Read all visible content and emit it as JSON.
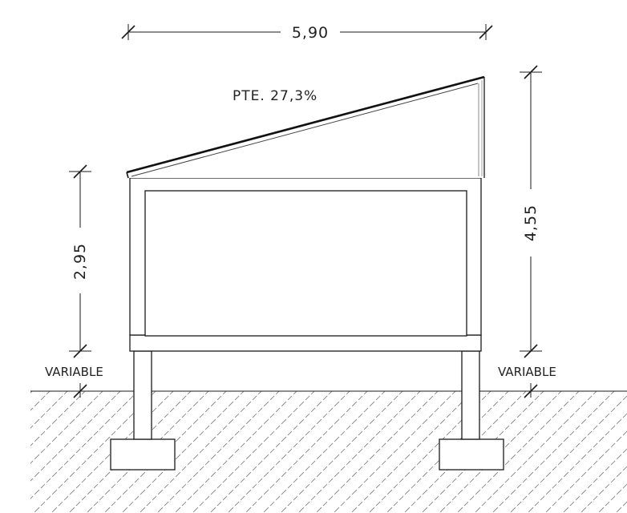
{
  "dimensions": {
    "overall_width": "5,90",
    "left_height": "2,95",
    "right_height": "4,55"
  },
  "annotations": {
    "roof_slope": "PTE. 27,3%",
    "variable_left": "VARIABLE",
    "variable_right": "VARIABLE"
  },
  "colors": {
    "line": "#1a1a1a",
    "hatch": "#555555"
  }
}
